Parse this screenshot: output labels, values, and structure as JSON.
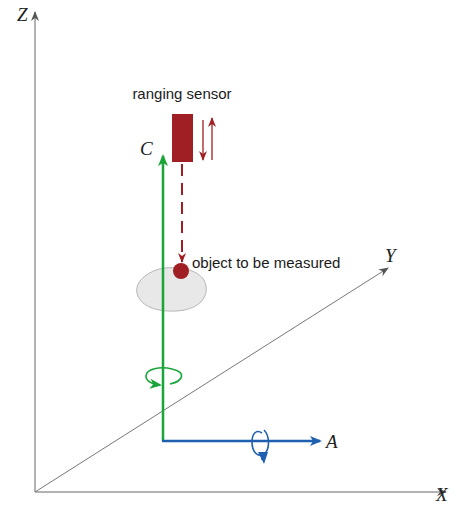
{
  "diagram": {
    "labels": [
      "Z",
      "Y",
      "X",
      "C",
      "A",
      "ranging sensor",
      "object to be measured"
    ]
  }
}
